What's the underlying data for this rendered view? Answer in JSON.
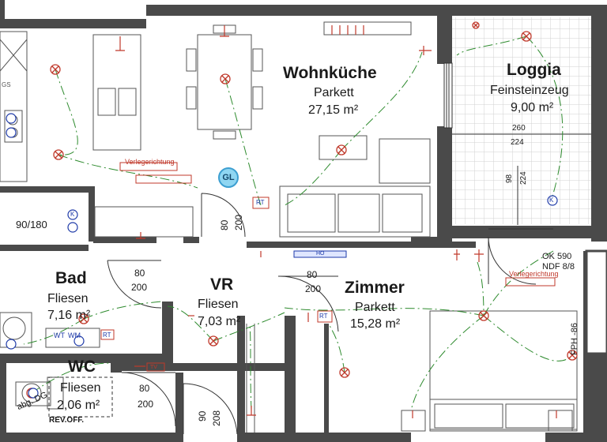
{
  "rooms": {
    "wohnkueche": {
      "name": "Wohnküche",
      "floor": "Parkett",
      "area": "27,15 m²"
    },
    "loggia": {
      "name": "Loggia",
      "floor": "Feinsteinzeug",
      "area": "9,00 m²"
    },
    "bad": {
      "name": "Bad",
      "floor": "Fliesen",
      "area": "7,16 m²"
    },
    "vr": {
      "name": "VR",
      "floor": "Fliesen",
      "area": "7,03 m²"
    },
    "zimmer": {
      "name": "Zimmer",
      "floor": "Parkett",
      "area": "15,28 m²"
    },
    "wc": {
      "name": "WC",
      "floor": "Fliesen",
      "area": "2,06 m²"
    }
  },
  "dimensions": {
    "window_90_180": "90/180",
    "door_80_wk": "80",
    "door_200_wk": "200",
    "door_bad_w": "80",
    "door_bad_h": "200",
    "door_zimmer_w": "80",
    "door_zimmer_h": "200",
    "door_wc_w": "80",
    "door_wc_h": "200",
    "door_90": "90",
    "door_208": "208",
    "loggia_260": "260",
    "loggia_224": "224",
    "loggia_98": "98",
    "loggia_224b": "224",
    "ok_590": "OK 590",
    "ndf": "NDF 8/8",
    "fph": "FPH -86"
  },
  "annotations": {
    "verlegerichtung_1": "Verlegerichtung",
    "verlegerichtung_2": "Verlegerichtung",
    "gl": "GL",
    "rt_1": "RT",
    "rt_2": "RT",
    "rt_3": "RT",
    "ho": "HO",
    "gs": "GS",
    "abg_dg": "abg. DG",
    "rev_off": "REV.OFF.",
    "wt": "WT",
    "wm": "WM",
    "tv": "TV",
    "k_1": "K",
    "k_2": "K"
  },
  "colors": {
    "wall": "#4a4a4a",
    "line": "#333333",
    "electrical": "#c0392b",
    "wiring": "#2e8b2e",
    "gl_fill": "#8fd6f2",
    "hatch": "#bdbdbd"
  }
}
